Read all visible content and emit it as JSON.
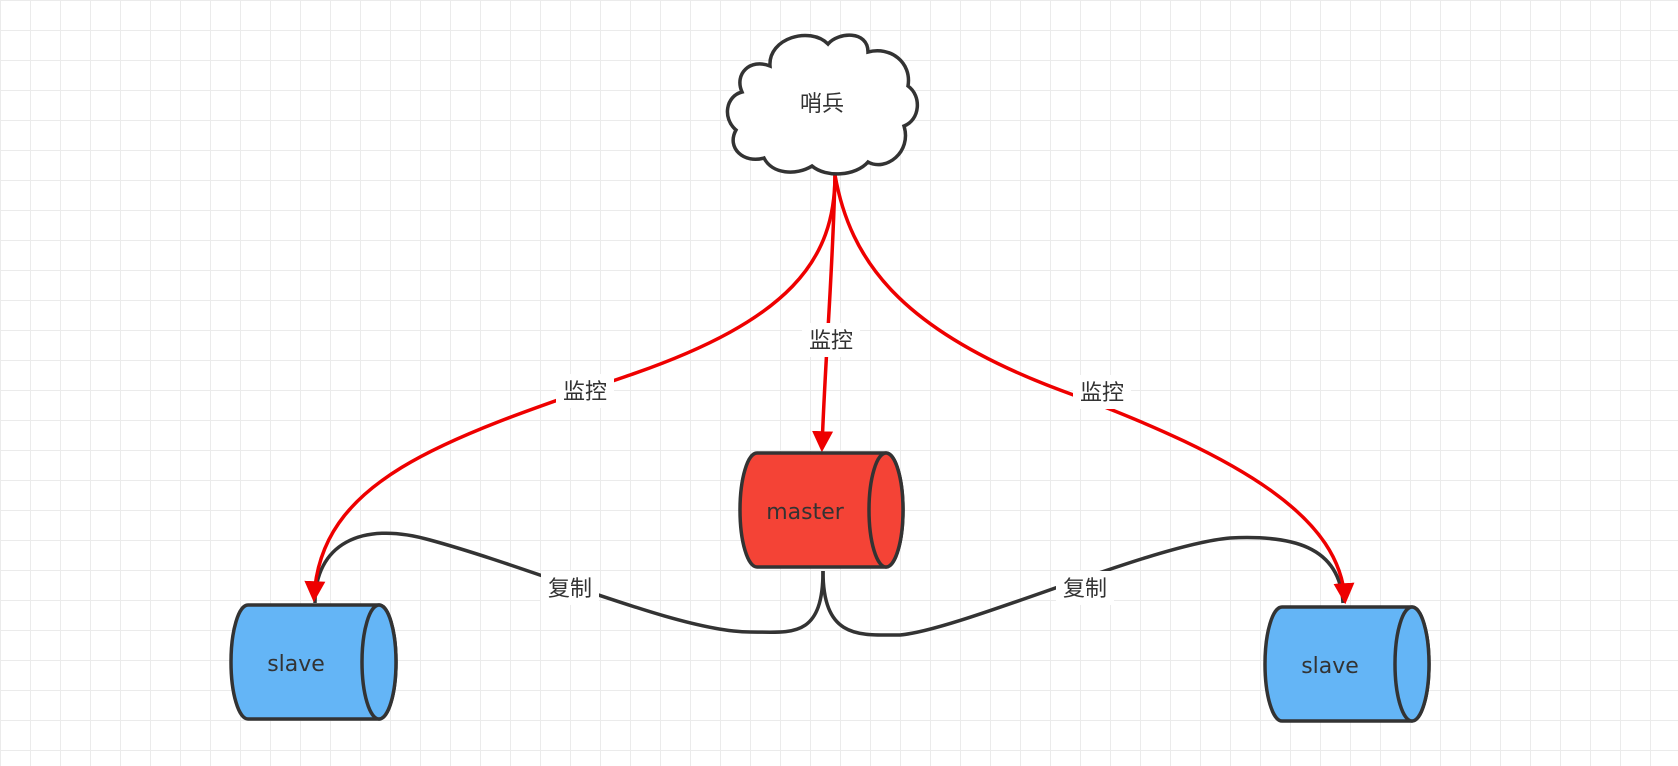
{
  "nodes": {
    "sentinel": {
      "label": "哨兵"
    },
    "master": {
      "label": "master"
    },
    "slave_left": {
      "label": "slave"
    },
    "slave_right": {
      "label": "slave"
    }
  },
  "edges": {
    "monitor_left": {
      "label": "监控"
    },
    "monitor_master": {
      "label": "监控"
    },
    "monitor_right": {
      "label": "监控"
    },
    "replicate_left": {
      "label": "复制"
    },
    "replicate_right": {
      "label": "复制"
    }
  },
  "colors": {
    "grid": "#ebebeb",
    "outline": "#333333",
    "monitor_edge": "#ee0000",
    "master_fill": "#f44336",
    "slave_fill": "#64b5f6",
    "cloud_fill": "#ffffff",
    "text": "#333333"
  }
}
